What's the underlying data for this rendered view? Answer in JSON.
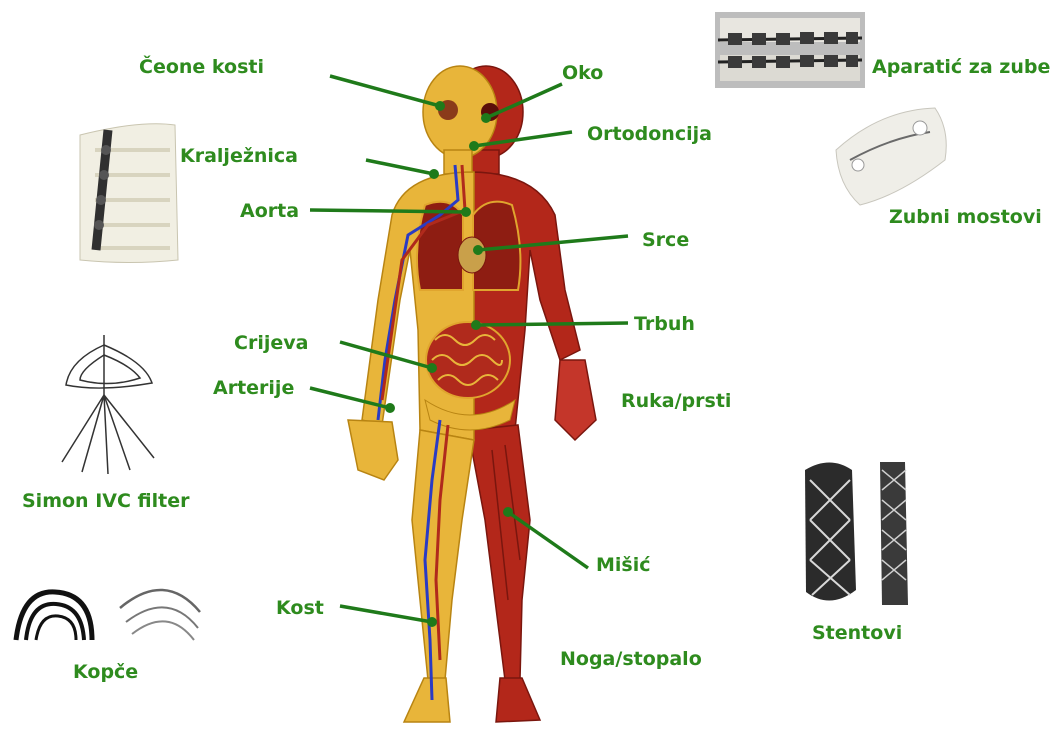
{
  "labels": {
    "frontal_bones": "Čeone kosti",
    "eye": "Oko",
    "braces": "Aparatić za zube",
    "spine": "Kralježnica",
    "orthodontics": "Ortodoncija",
    "dental_bridges": "Zubni mostovi",
    "aorta": "Aorta",
    "heart": "Srce",
    "abdomen": "Trbuh",
    "intestines": "Crijeva",
    "arteries": "Arterije",
    "hand_fingers": "Ruka/prsti",
    "simon_ivc_filter": "Simon IVC filter",
    "muscle": "Mišić",
    "stents": "Stentovi",
    "bone": "Kost",
    "leg_foot": "Noga/stopalo",
    "clips": "Kopče"
  },
  "colors": {
    "label_green": "#2e8b1e",
    "leader_green": "#1f7a1a",
    "muscle_red": "#b3271a",
    "skeleton_yellow": "#e8b53a",
    "vein_blue": "#2a3bc4"
  }
}
